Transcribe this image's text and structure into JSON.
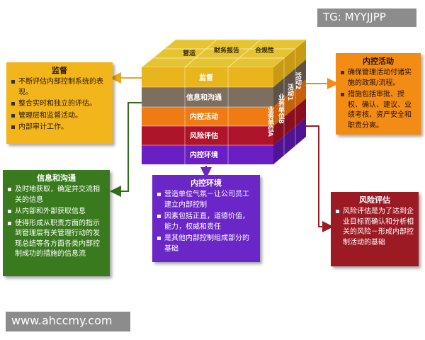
{
  "watermarks": {
    "tg": "TG: MYYJJPP",
    "url": "www.ahccmy.com"
  },
  "cube": {
    "top_labels": [
      "营运",
      "财务报告",
      "合规性"
    ],
    "front_layers": [
      "监督",
      "信息和沟通",
      "内控活动",
      "风险评估",
      "内控环境"
    ],
    "side_labels": [
      "活动2",
      "活动1",
      "业务单位B",
      "业务单位A"
    ]
  },
  "boxes": {
    "jiandu": {
      "title": "监督",
      "items": [
        "不断评估内部控制系统的表现。",
        "整合实时和独立的评估。",
        "管理层和监督活动。",
        "内部审计工作。"
      ]
    },
    "xinxi": {
      "title": "信息和沟通",
      "items": [
        "及时地获取，确定并交流相关的信息",
        "从内部和外部获取信息",
        "使得形成从职责方面的指示到管理层有关管理行动的发现总结等各方面各类内部控制成功的措施的信息流"
      ]
    },
    "neikong_env": {
      "title": "内控环境",
      "items": [
        "营造单位气氛－让公司员工建立内部控制",
        "因素包括正直，道德价值，能力，权威和责任",
        "是其他内部控制组成部分的基础"
      ]
    },
    "huodong": {
      "title": "内控活动",
      "items": [
        "确保管理活动付诸实施的政策/流程。",
        "措施包括审批、授权、确认、建议、业绩考核、资产安全和职责分离。"
      ]
    },
    "fengxian": {
      "title": "风险评估",
      "items": [
        "风险评估是为了达到企业目标而确认和分析相关的风险－形成内部控制活动的基础"
      ]
    }
  },
  "colors": {
    "jiandu": "#f2b51c",
    "xinxi": "#3a7a1e",
    "neikong_env": "#6b26c8",
    "huodong": "#f28c14",
    "fengxian": "#9c1a23"
  }
}
